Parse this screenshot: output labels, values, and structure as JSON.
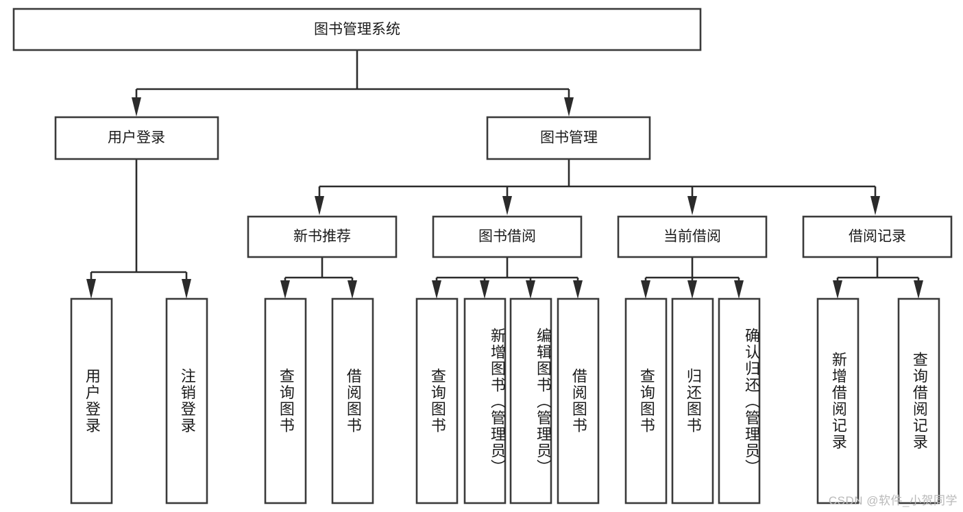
{
  "diagram": {
    "type": "tree-hierarchy",
    "title_node": {
      "label": "图书管理系统"
    },
    "level2": [
      {
        "id": "user-login",
        "label": "用户登录"
      },
      {
        "id": "book-management",
        "label": "图书管理"
      }
    ],
    "level3": [
      {
        "id": "new-book-recommend",
        "label": "新书推荐"
      },
      {
        "id": "book-borrow",
        "label": "图书借阅"
      },
      {
        "id": "current-borrow",
        "label": "当前借阅"
      },
      {
        "id": "borrow-record",
        "label": "借阅记录"
      }
    ],
    "leaves": {
      "user_login": [
        {
          "id": "leaf-user-login",
          "label": "用户登录"
        },
        {
          "id": "leaf-logout",
          "label": "注销登录"
        }
      ],
      "new_book_recommend": [
        {
          "id": "leaf-query-book-1",
          "label": "查询图书"
        },
        {
          "id": "leaf-borrow-book-1",
          "label": "借阅图书"
        }
      ],
      "book_borrow": [
        {
          "id": "leaf-query-book-2",
          "label": "查询图书"
        },
        {
          "id": "leaf-add-book",
          "label": "新增图书（管理员）"
        },
        {
          "id": "leaf-edit-book",
          "label": "编辑图书（管理员）"
        },
        {
          "id": "leaf-borrow-book-2",
          "label": "借阅图书"
        }
      ],
      "current_borrow": [
        {
          "id": "leaf-query-book-3",
          "label": "查询图书"
        },
        {
          "id": "leaf-return-book",
          "label": "归还图书"
        },
        {
          "id": "leaf-confirm-return",
          "label": "确认归还（管理员）"
        }
      ],
      "borrow_record": [
        {
          "id": "leaf-add-record",
          "label": "新增借阅记录"
        },
        {
          "id": "leaf-query-record",
          "label": "查询借阅记录"
        }
      ]
    }
  },
  "watermark": {
    "text": "CSDN @软件_小贺同学"
  },
  "colors": {
    "box_stroke": "#3a3a3a",
    "line": "#2b2b2b",
    "text": "#1b1b1b",
    "background": "#ffffff",
    "watermark": "#b9b9b9"
  }
}
